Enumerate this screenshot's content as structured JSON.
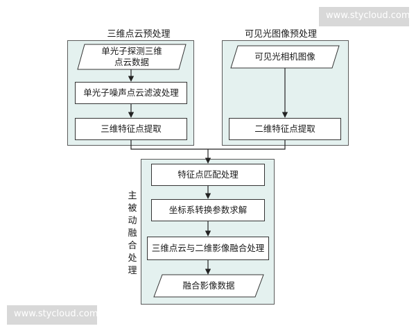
{
  "watermark": {
    "top_right": "www.stycloud.com",
    "bottom_left": "www.stycloud.com"
  },
  "panels": {
    "pointcloud": {
      "title": "三维点云预处理",
      "input": "单光子探测三维\n点云数据",
      "denoise": "单光子噪声点云滤波处理",
      "feature3d": "三维特征点提取"
    },
    "visible": {
      "title": "可见光图像预处理",
      "input": "可见光相机图像",
      "feature2d": "二维特征点提取"
    },
    "fusion": {
      "side_label": "主被动融合处理",
      "match": "特征点匹配处理",
      "transform": "坐标系转换参数求解",
      "fuse": "三维点云与二维影像融合处理",
      "output": "融合影像数据"
    }
  },
  "colors": {
    "panel_bg": "#e4f1ef",
    "line": "#222222"
  }
}
